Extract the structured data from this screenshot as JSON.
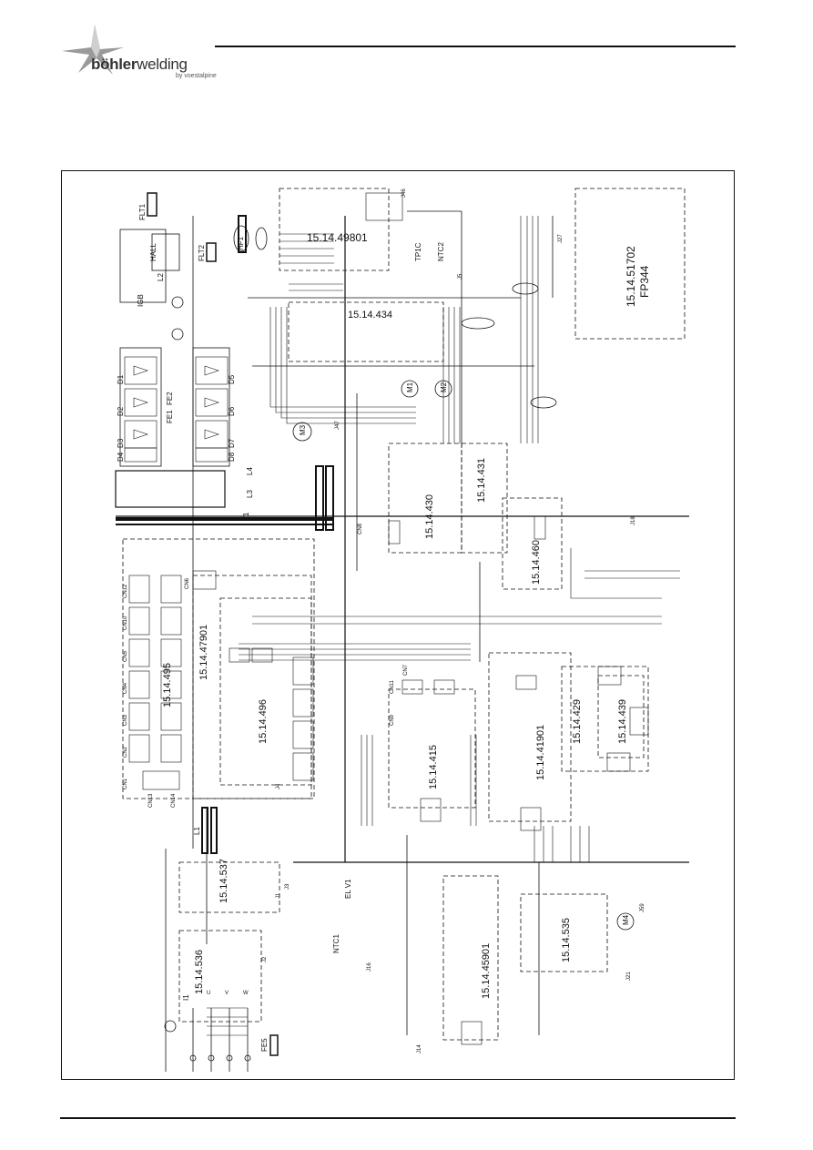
{
  "header": {
    "brand": "böhler",
    "brand_suffix": "welding",
    "brand_sub": "by voestalpine"
  },
  "diagram": {
    "boards": {
      "b_495": "15.14.495",
      "b_47901": "15.14.47901",
      "b_496": "15.14.496",
      "b_415": "15.14.415",
      "b_41901": "15.14.41901",
      "b_429": "15.14.429",
      "b_439": "15.14.439",
      "b_430": "15.14.430",
      "b_431": "15.14.431",
      "b_460": "15.14.460",
      "b_434": "15.14.434",
      "b_49801": "15.14.49801",
      "b_51702": "15.14.51702",
      "b_fp344": "FP344",
      "b_537": "15.14.537",
      "b_536": "15.14.536",
      "b_45901": "15.14.45901",
      "b_535": "15.14.535"
    },
    "components": {
      "flt1": "FLT1",
      "flt2": "FLT2",
      "hf1": "HF1",
      "hall": "HALL",
      "l2": "L2",
      "l3": "L3",
      "l4": "L4",
      "l1": "L1",
      "t1": "T1",
      "igb": "IGB",
      "m1": "M1",
      "m2": "M2",
      "m3": "M3",
      "m4": "M4",
      "elv1": "EL V1",
      "ntc1": "NTC1",
      "ntc2": "NTC2",
      "tp1c": "TP1C",
      "fe5": "FE5",
      "i1": "I1",
      "d1": "D1",
      "d2": "D2",
      "d3": "D3",
      "d4": "D4",
      "d5": "D5",
      "d6": "D6",
      "d7": "D7",
      "d8": "D8",
      "fe1": "FE1",
      "fe2": "FE2"
    },
    "connectors": {
      "cn1": "CN1",
      "cn2": "CN2",
      "cn3": "CN3",
      "cn4": "CN4",
      "cn5": "CN5",
      "cn6": "CN6",
      "cn7": "CN7",
      "cn8": "CN8",
      "cn9": "CN9",
      "cn10": "CN10",
      "cn11": "CN11",
      "cn12": "CN12",
      "cn13": "CN13",
      "cn14": "CN14",
      "j1": "J1",
      "j2": "J2",
      "j3": "J3",
      "j4": "J4",
      "j5": "J5",
      "j14": "J14",
      "j16": "J16",
      "j18": "J18",
      "j21": "J21",
      "j27": "J27",
      "j46": "J46",
      "j47": "J47",
      "j59": "J59"
    },
    "phases": {
      "u": "U",
      "v": "V",
      "w": "W"
    }
  }
}
